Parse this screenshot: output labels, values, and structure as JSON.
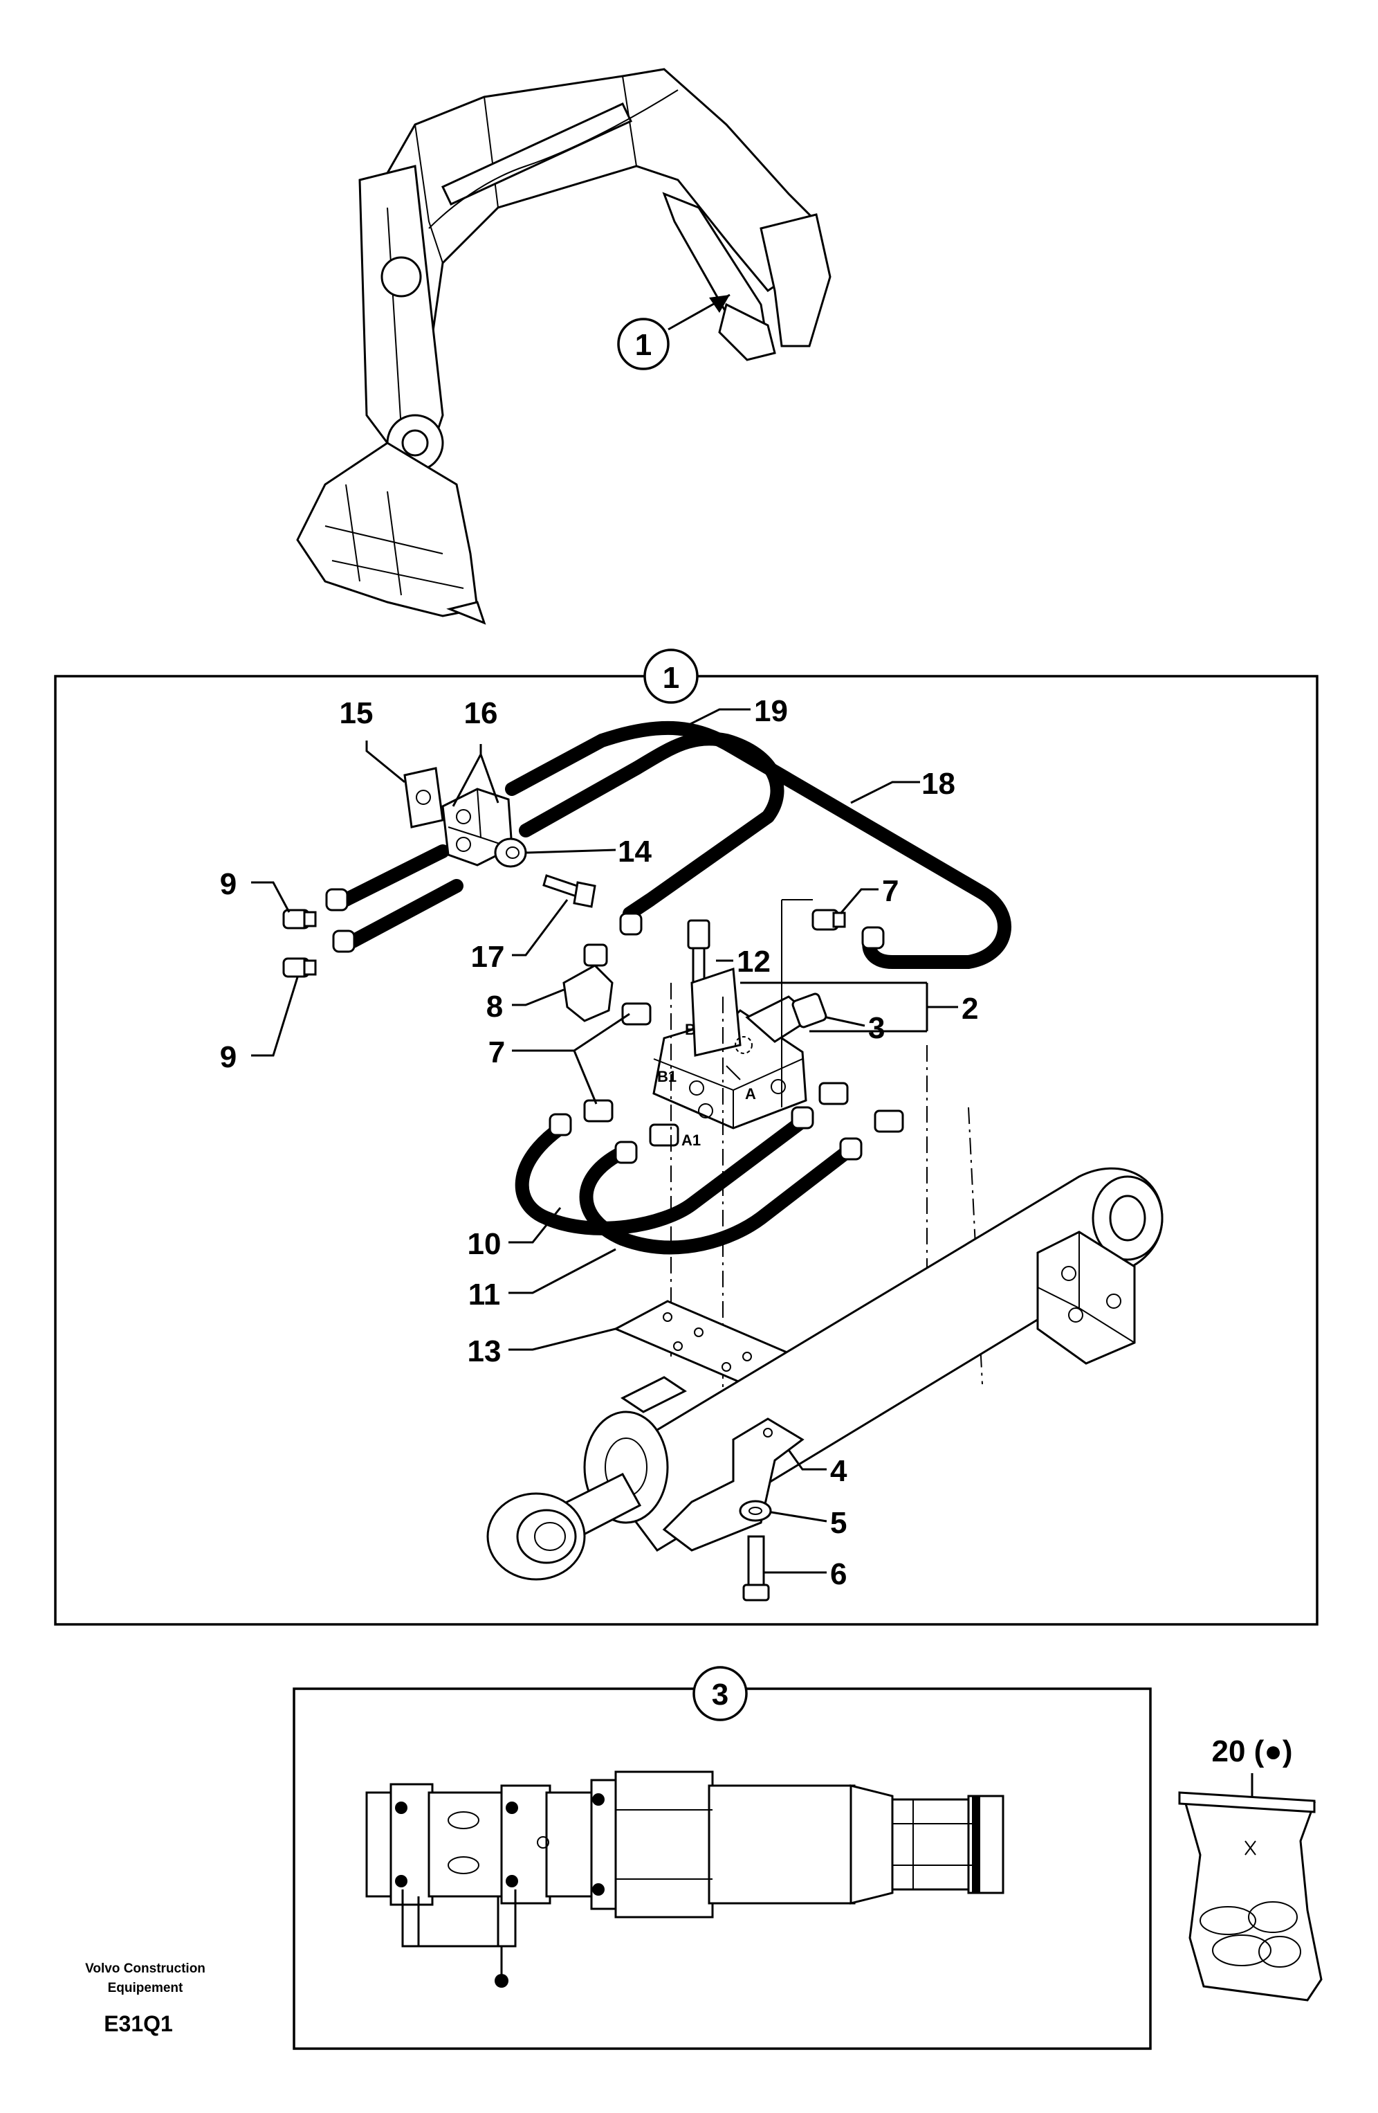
{
  "callouts": {
    "c1_top": "1",
    "c1_frame": "1",
    "c3_frame": "3"
  },
  "labels": {
    "p2": "2",
    "p3": "3",
    "p4": "4",
    "p5": "5",
    "p6": "6",
    "p7a": "7",
    "p7b": "7",
    "p8": "8",
    "p9a": "9",
    "p9b": "9",
    "p10": "10",
    "p11": "11",
    "p12": "12",
    "p13": "13",
    "p14": "14",
    "p15": "15",
    "p16": "16",
    "p17": "17",
    "p18": "18",
    "p19": "19",
    "p20": "20 (●)"
  },
  "ports": {
    "a": "A",
    "a1": "A1",
    "b": "B",
    "b1": "B1"
  },
  "footer": {
    "brand_line1": "Volvo Construction",
    "brand_line2": "Equipement",
    "code": "E31Q1"
  }
}
